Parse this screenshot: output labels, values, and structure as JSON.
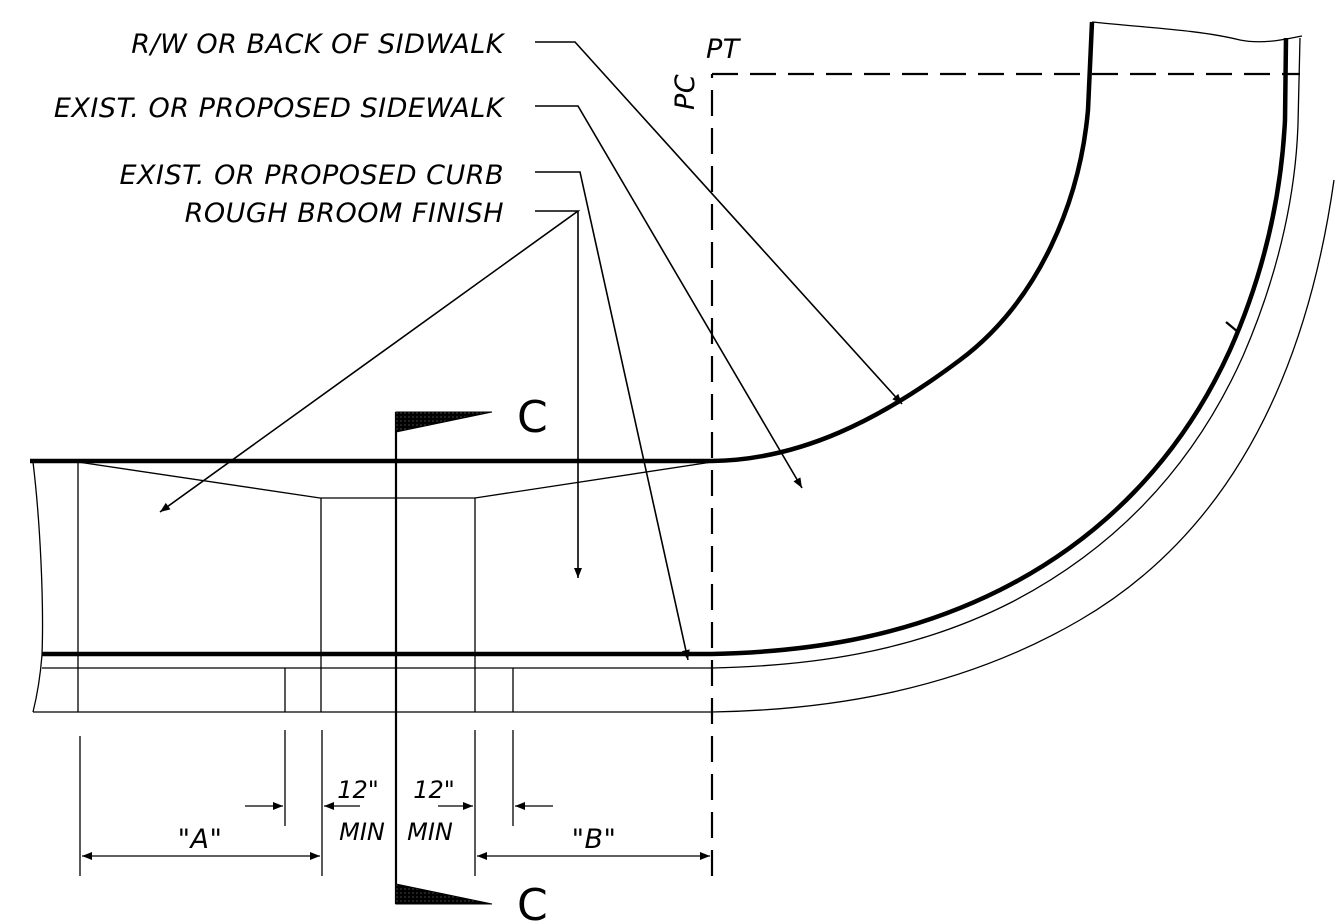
{
  "labels": {
    "rw_back_of_sidewalk": "R/W OR BACK OF SIDWALK",
    "sidewalk": "EXIST. OR PROPOSED SIDEWALK",
    "curb": "EXIST. OR PROPOSED CURB",
    "broom_finish": "ROUGH BROOM FINISH",
    "pt": "PT",
    "pc": "PC"
  },
  "section_marks": {
    "top": "C",
    "bottom": "C"
  },
  "dimensions": {
    "a": "\"A\"",
    "b": "\"B\"",
    "left_min_value": "12\"",
    "left_min_unit": "MIN",
    "right_min_value": "12\"",
    "right_min_unit": "MIN"
  }
}
